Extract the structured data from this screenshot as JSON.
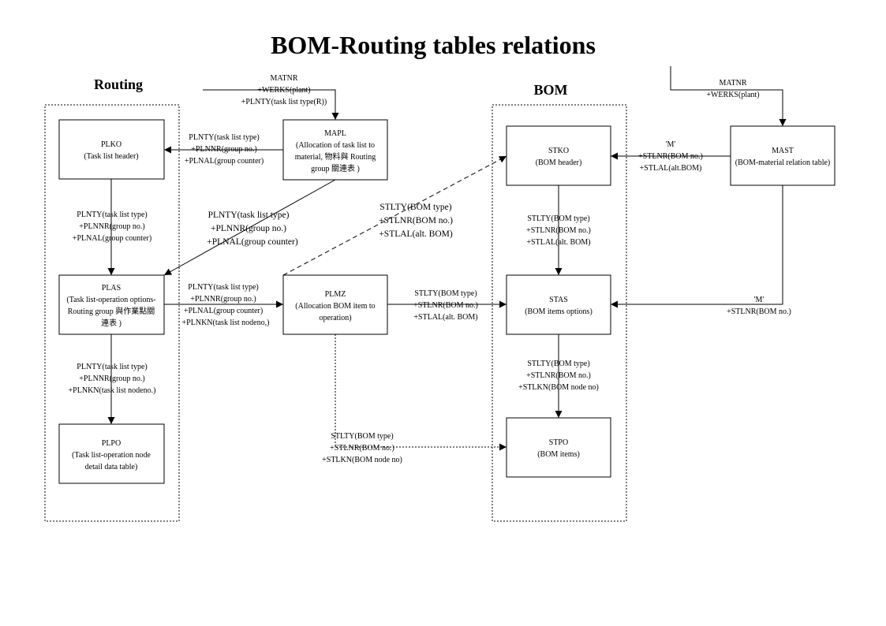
{
  "title": "BOM-Routing tables relations",
  "groups": {
    "routing": "Routing",
    "bom": "BOM"
  },
  "nodes": {
    "plko": {
      "name": "PLKO",
      "desc": [
        "(Task list  header)"
      ]
    },
    "mapl": {
      "name": "MAPL",
      "desc": [
        "(Allocation of task list to",
        "material, 物料與 Routing",
        "group 關連表 )"
      ]
    },
    "plas": {
      "name": "PLAS",
      "desc": [
        "(Task list-operation options-",
        "Routing group 與作業點關",
        "連表 )"
      ]
    },
    "plpo": {
      "name": "PLPO",
      "desc": [
        "(Task list-operation node",
        "detail data table)"
      ]
    },
    "plmz": {
      "name": "PLMZ",
      "desc": [
        "(Allocation BOM item to",
        "operation)"
      ]
    },
    "stko": {
      "name": "STKO",
      "desc": [
        "(BOM header)"
      ]
    },
    "stas": {
      "name": "STAS",
      "desc": [
        "(BOM items options)"
      ]
    },
    "stpo": {
      "name": "STPO",
      "desc": [
        "(BOM items)"
      ]
    },
    "mast": {
      "name": "MAST",
      "desc": [
        "(BOM-material relation table)"
      ]
    }
  },
  "edges": {
    "in_mapl": [
      "MATNR",
      "+WERKS(plant)",
      "+PLNTY(task list type(R))"
    ],
    "in_mast": [
      "MATNR",
      "+WERKS(plant)"
    ],
    "mapl_plko": [
      "PLNTY(task list type)",
      "+PLNNR(group no.)",
      "+PLNAL(group counter)"
    ],
    "plko_plas": [
      "PLNTY(task list type)",
      "+PLNNR(group no.)",
      "+PLNAL(group counter)"
    ],
    "mapl_plas": [
      "PLNTY(task list type)",
      "+PLNNR(group no.)",
      "+PLNAL(group counter)"
    ],
    "plas_plmz": [
      "PLNTY(task list type)",
      "+PLNNR(group no.)",
      "+PLNAL(group counter)",
      "+PLNKN(task list nodeno,)"
    ],
    "plas_plpo": [
      "PLNTY(task list type)",
      "+PLNNR(group no.)",
      "+PLNKN(task list nodeno.)"
    ],
    "plmz_stko": [
      "STLTY(BOM type)",
      "+STLNR(BOM no.)",
      "+STLAL(alt. BOM)"
    ],
    "plmz_stas": [
      "STLTY(BOM type)",
      "+STLNR(BOM no.)",
      "+STLAL(alt. BOM)"
    ],
    "plmz_stpo": [
      "STLTY(BOM type)",
      "+STLNR(BOM no.)",
      "+STLKN(BOM node no)"
    ],
    "stko_stas": [
      "STLTY(BOM type)",
      "+STLNR(BOM no.)",
      "+STLAL(alt. BOM)"
    ],
    "stas_stpo": [
      "STLTY(BOM type)",
      "+STLNR(BOM no.)",
      "+STLKN(BOM node no)"
    ],
    "mast_stko": [
      "'M'",
      "+STLNR(BOM no.)",
      "+STLAL(alt.BOM)"
    ],
    "mast_stas": [
      "'M'",
      "+STLNR(BOM no.)"
    ]
  }
}
